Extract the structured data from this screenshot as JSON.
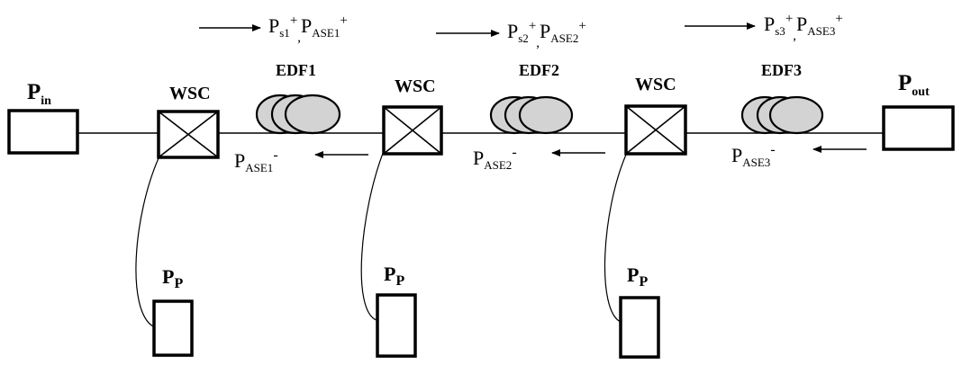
{
  "input": {
    "label": "P",
    "sub": "in"
  },
  "output": {
    "label": "P",
    "sub": "out"
  },
  "wsc": [
    {
      "label": "WSC"
    },
    {
      "label": "WSC"
    },
    {
      "label": "WSC"
    }
  ],
  "edf": [
    {
      "label": "EDF1"
    },
    {
      "label": "EDF2"
    },
    {
      "label": "EDF3"
    }
  ],
  "pumps": [
    {
      "label": "P",
      "sub": "P"
    },
    {
      "label": "P",
      "sub": "P"
    },
    {
      "label": "P",
      "sub": "P"
    }
  ],
  "forward_signals": [
    {
      "p1": "P",
      "s1": "s1",
      "u1": "+",
      "sep": ",",
      "p2": "P",
      "s2": "ASE1",
      "u2": "+"
    },
    {
      "p1": "P",
      "s1": "s2",
      "u1": "+",
      "sep": ",",
      "p2": "P",
      "s2": "ASE2",
      "u2": "+"
    },
    {
      "p1": "P",
      "s1": "s3",
      "u1": "+",
      "sep": ",",
      "p2": "P",
      "s2": "ASE3",
      "u2": "+"
    }
  ],
  "backward_signals": [
    {
      "p": "P",
      "s": "ASE1",
      "u": "-"
    },
    {
      "p": "P",
      "s": "ASE2",
      "u": "-"
    },
    {
      "p": "P",
      "s": "ASE3",
      "u": "-"
    }
  ]
}
